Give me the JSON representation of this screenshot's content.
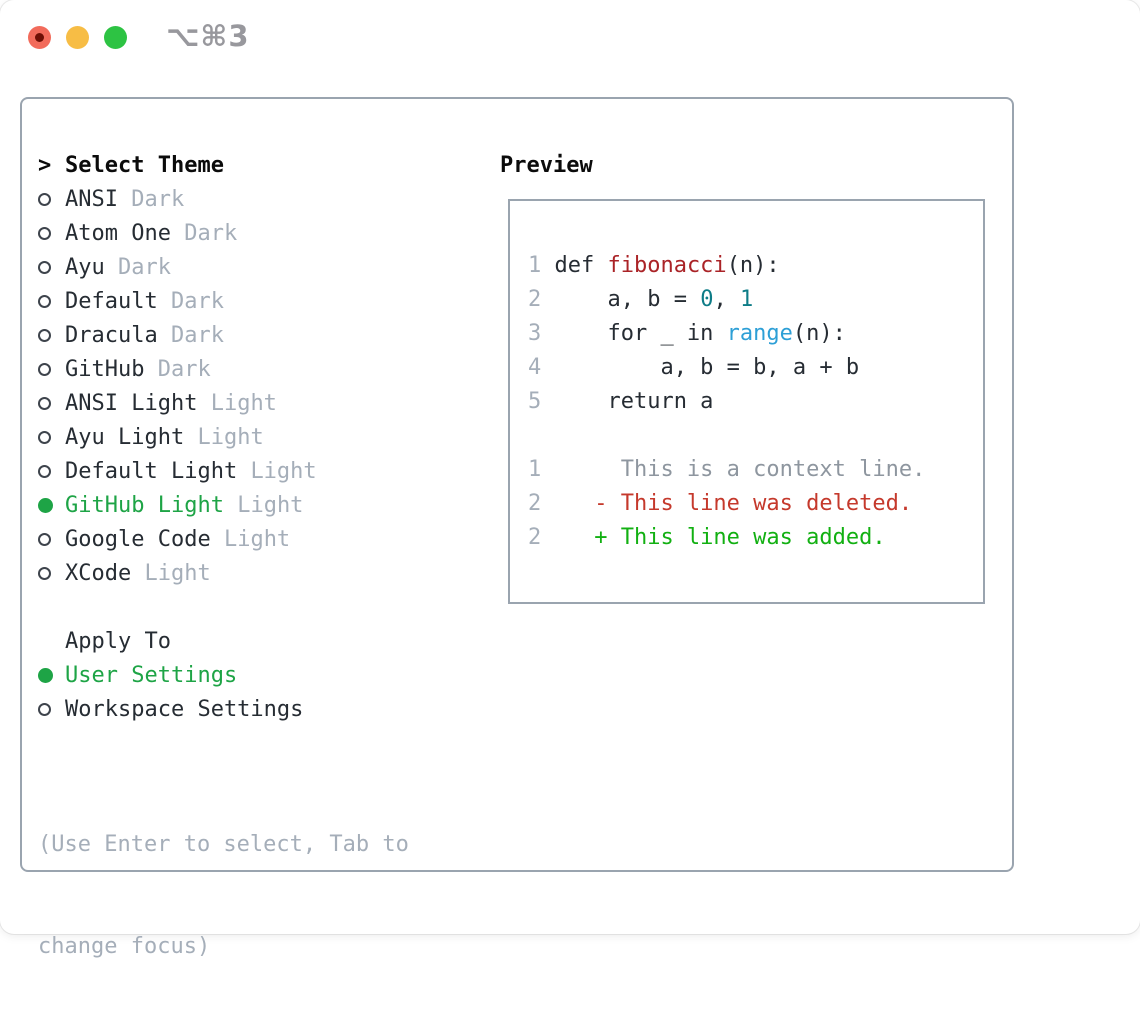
{
  "window": {
    "shortcut_label": "⌥⌘3",
    "traffic_lights": [
      {
        "name": "close",
        "color": "#f26b5b"
      },
      {
        "name": "minimize",
        "color": "#f7bd45"
      },
      {
        "name": "zoom",
        "color": "#2dc343"
      }
    ]
  },
  "theme_panel": {
    "header_marker": ">",
    "header_label": "Select Theme",
    "themes": [
      {
        "name": "ANSI",
        "variant": "Dark",
        "selected": false
      },
      {
        "name": "Atom One",
        "variant": "Dark",
        "selected": false
      },
      {
        "name": "Ayu",
        "variant": "Dark",
        "selected": false
      },
      {
        "name": "Default",
        "variant": "Dark",
        "selected": false
      },
      {
        "name": "Dracula",
        "variant": "Dark",
        "selected": false
      },
      {
        "name": "GitHub",
        "variant": "Dark",
        "selected": false
      },
      {
        "name": "ANSI Light",
        "variant": "Light",
        "selected": false
      },
      {
        "name": "Ayu Light",
        "variant": "Light",
        "selected": false
      },
      {
        "name": "Default Light",
        "variant": "Light",
        "selected": false
      },
      {
        "name": "GitHub Light",
        "variant": "Light",
        "selected": true
      },
      {
        "name": "Google Code",
        "variant": "Light",
        "selected": false
      },
      {
        "name": "XCode",
        "variant": "Light",
        "selected": false
      }
    ],
    "apply_to_label": "Apply To",
    "apply_options": [
      {
        "label": "User Settings",
        "selected": true
      },
      {
        "label": "Workspace Settings",
        "selected": false
      }
    ],
    "hint_line1": "(Use Enter to select, Tab to",
    "hint_line2": "change focus)"
  },
  "preview": {
    "title": "Preview",
    "code": [
      {
        "num": "1",
        "segs": [
          {
            "t": "def ",
            "c": "code"
          },
          {
            "t": "fibonacci",
            "c": "func"
          },
          {
            "t": "(n):",
            "c": "code"
          }
        ]
      },
      {
        "num": "2",
        "segs": [
          {
            "t": "    a, b = ",
            "c": "code"
          },
          {
            "t": "0",
            "c": "num"
          },
          {
            "t": ", ",
            "c": "code"
          },
          {
            "t": "1",
            "c": "num"
          }
        ]
      },
      {
        "num": "3",
        "segs": [
          {
            "t": "    for _ in ",
            "c": "code"
          },
          {
            "t": "range",
            "c": "builtin"
          },
          {
            "t": "(n):",
            "c": "code"
          }
        ]
      },
      {
        "num": "4",
        "segs": [
          {
            "t": "        a, b = b, a + b",
            "c": "code"
          }
        ]
      },
      {
        "num": "5",
        "segs": [
          {
            "t": "    return a",
            "c": "code"
          }
        ]
      },
      {
        "num": "",
        "segs": []
      },
      {
        "num": "1",
        "segs": [
          {
            "t": "     This is a context line.",
            "c": "ctx"
          }
        ]
      },
      {
        "num": "2",
        "segs": [
          {
            "t": "   - This line was deleted.",
            "c": "del"
          }
        ]
      },
      {
        "num": "2",
        "segs": [
          {
            "t": "   + This line was added.",
            "c": "add"
          }
        ]
      }
    ]
  },
  "colors": {
    "accent_green": "#1ea446",
    "added_green": "#12b012",
    "deleted_red": "#c5392c",
    "function_red": "#aa2327",
    "number_teal": "#0e7c87",
    "builtin_blue": "#2d9fd6",
    "muted_gray": "#a5aeb9",
    "context_gray": "#8e969f",
    "text_dark": "#262c33",
    "border_gray": "#9aa4af",
    "tl_close": "#f26b5b",
    "tl_min": "#f7bd45",
    "tl_zoom": "#2dc343"
  }
}
